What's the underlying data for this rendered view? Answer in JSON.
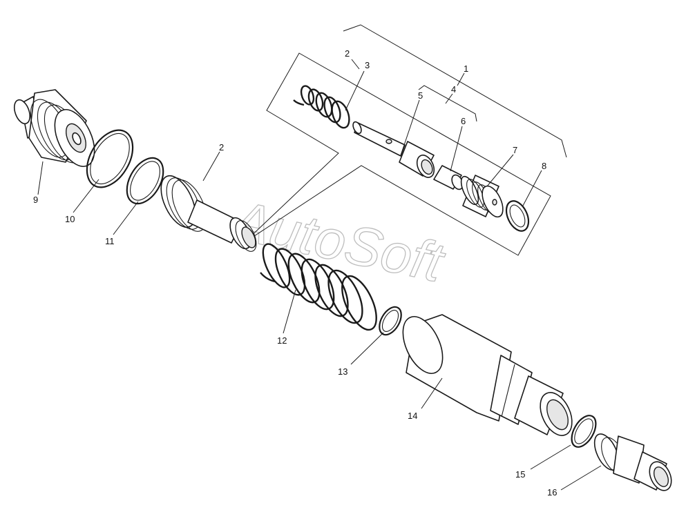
{
  "watermark": "AutoSoft",
  "callouts": [
    {
      "id": "c1",
      "text": "1"
    },
    {
      "id": "c2a",
      "text": "2"
    },
    {
      "id": "c2b",
      "text": "2"
    },
    {
      "id": "c3",
      "text": "3"
    },
    {
      "id": "c4",
      "text": "4"
    },
    {
      "id": "c5",
      "text": "5"
    },
    {
      "id": "c6",
      "text": "6"
    },
    {
      "id": "c7",
      "text": "7"
    },
    {
      "id": "c8",
      "text": "8"
    },
    {
      "id": "c9",
      "text": "9"
    },
    {
      "id": "c10",
      "text": "10"
    },
    {
      "id": "c11",
      "text": "11"
    },
    {
      "id": "c12",
      "text": "12"
    },
    {
      "id": "c13",
      "text": "13"
    },
    {
      "id": "c14",
      "text": "14"
    },
    {
      "id": "c15",
      "text": "15"
    },
    {
      "id": "c16",
      "text": "16"
    }
  ]
}
